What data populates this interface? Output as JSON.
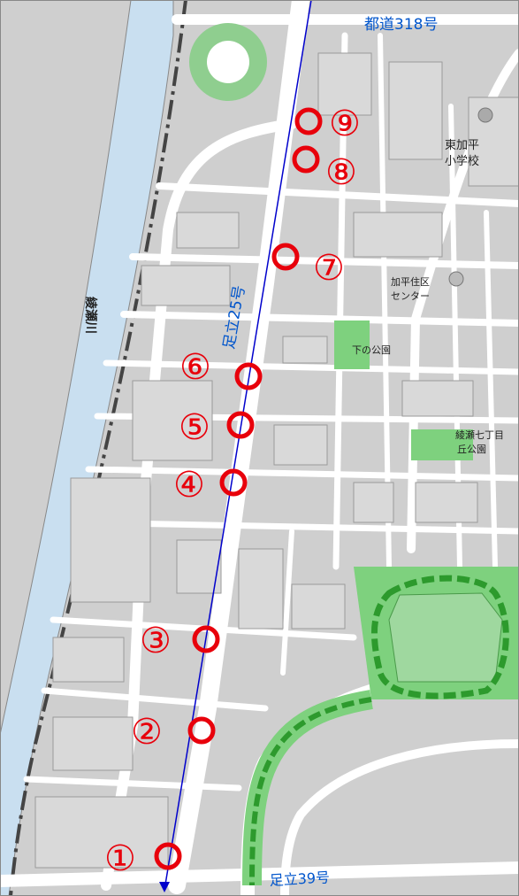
{
  "roads": {
    "tokyo_318": "都道318号",
    "adachi_25": "足立25号",
    "adachi_39": "足立39号"
  },
  "places": {
    "school_line1": "東加平",
    "school_line2": "小学校",
    "center_line1": "加平住区",
    "center_line2": "センター",
    "park_shimo": "下の公園",
    "park_ayase_line1": "綾瀬七丁目",
    "park_ayase_line2": "丘公園",
    "river": "綾瀬川"
  },
  "markers": [
    {
      "id": 1,
      "label": "①"
    },
    {
      "id": 2,
      "label": "②"
    },
    {
      "id": 3,
      "label": "③"
    },
    {
      "id": 4,
      "label": "④"
    },
    {
      "id": 5,
      "label": "⑤"
    },
    {
      "id": 6,
      "label": "⑥"
    },
    {
      "id": 7,
      "label": "⑦"
    },
    {
      "id": 8,
      "label": "⑧"
    },
    {
      "id": 9,
      "label": "⑨"
    }
  ],
  "colors": {
    "marker": "#e8000b",
    "route_line": "#0000cc",
    "road_label": "#0055cc",
    "river": "#c9dff0",
    "park": "#7ed17e",
    "park_dark": "#3aa83a",
    "block": "#d4d4d4",
    "road": "#ffffff"
  }
}
